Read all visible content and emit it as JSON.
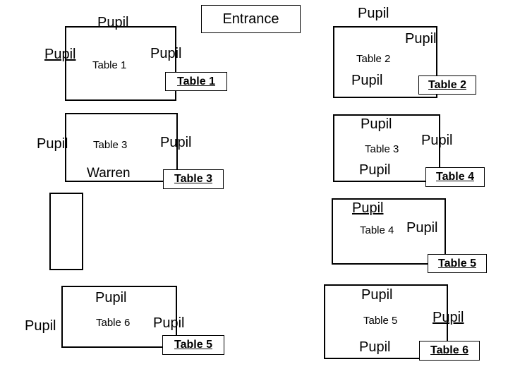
{
  "entrance": "Entrance",
  "desks": {
    "top_left": {
      "pupils": [
        "Pupil",
        "Pupil",
        "Pupil"
      ],
      "table_text": "Table 1",
      "label": "Table 1"
    },
    "top_right": {
      "pupils": [
        "Pupil",
        "Pupil",
        "Pupil"
      ],
      "table_text": "Table 2",
      "label": "Table 2"
    },
    "mid_left": {
      "pupils": [
        "Pupil",
        "Pupil"
      ],
      "table_text": "Table 3",
      "teacher": "Warren",
      "label": "Table 3"
    },
    "mid_right": {
      "pupils": [
        "Pupil",
        "Pupil",
        "Pupil"
      ],
      "table_text": "Table 3",
      "label": "Table 4"
    },
    "lower_right": {
      "pupils": [
        "Pupil",
        "Pupil"
      ],
      "table_text": "Table 4",
      "label": "Table 5"
    },
    "bottom_left": {
      "pupils": [
        "Pupil",
        "Pupil",
        "Pupil"
      ],
      "table_text": "Table 6",
      "label": "Table 5"
    },
    "bottom_right": {
      "pupils": [
        "Pupil",
        "Pupil",
        "Pupil"
      ],
      "table_text": "Table 5",
      "label": "Table 6"
    }
  }
}
